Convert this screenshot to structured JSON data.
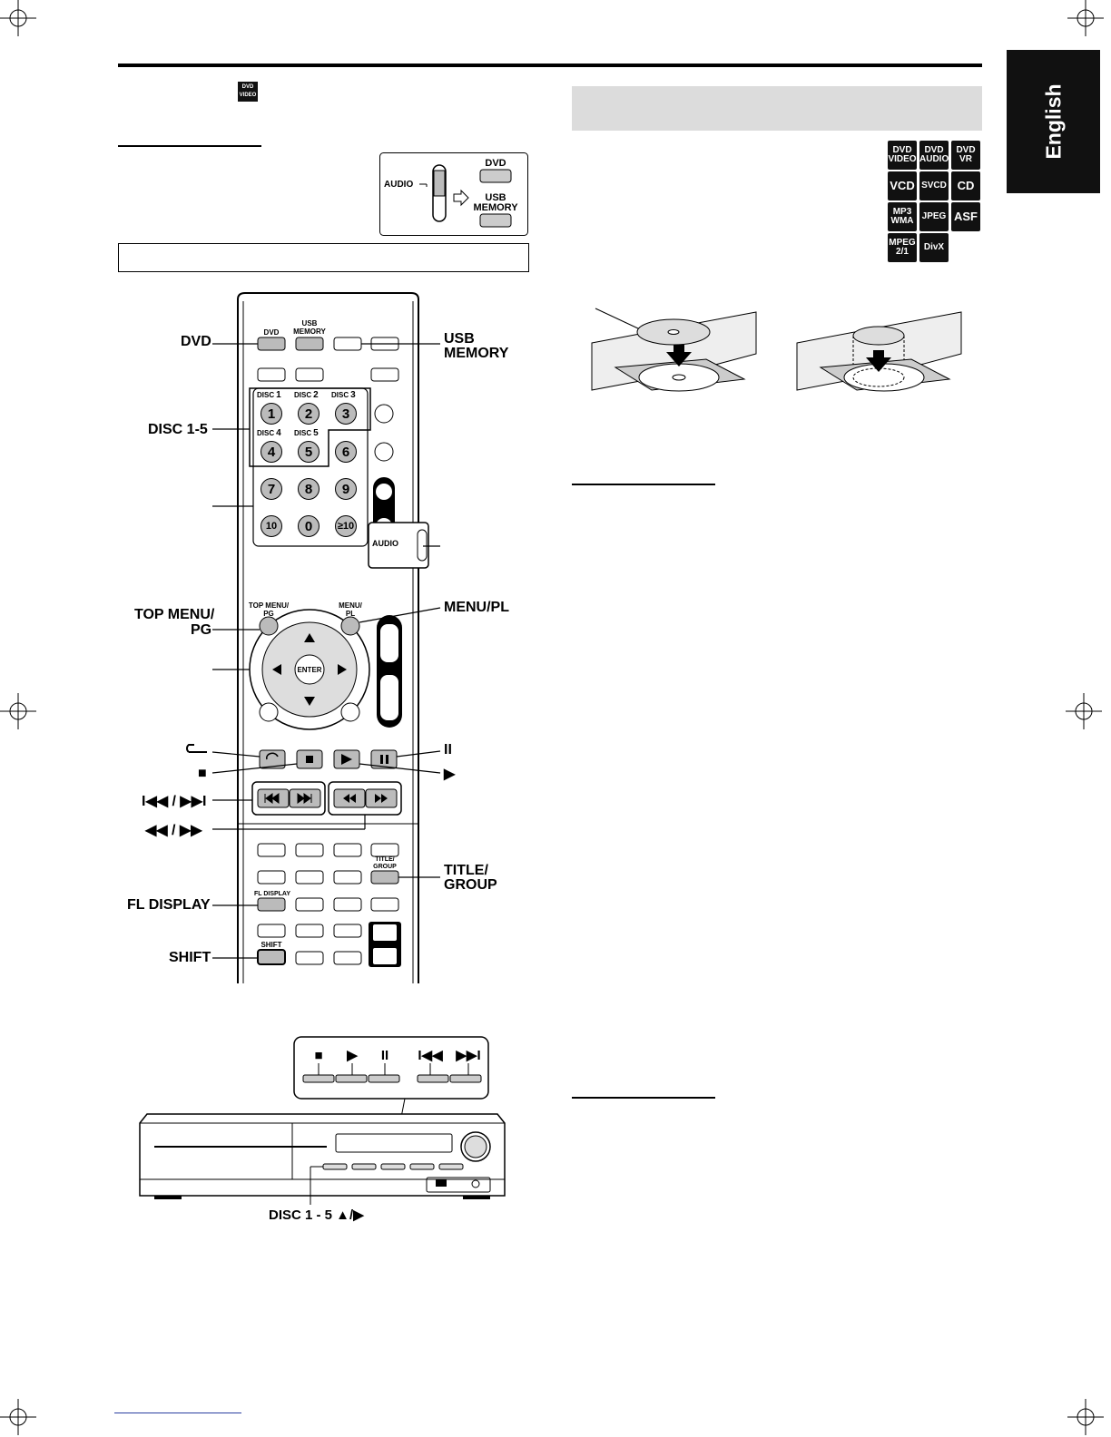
{
  "language_tab": "English",
  "dvd_video_icon": {
    "line1": "DVD",
    "line2": "VIDEO"
  },
  "selector_inset": {
    "audio": "AUDIO",
    "dvd": "DVD",
    "usb1": "USB",
    "usb2": "MEMORY"
  },
  "formats": [
    {
      "l1": "DVD",
      "l2": "VIDEO"
    },
    {
      "l1": "DVD",
      "l2": "AUDIO"
    },
    {
      "l1": "DVD",
      "l2": "VR"
    },
    {
      "l1": "VCD",
      "l2": ""
    },
    {
      "l1": "SVCD",
      "l2": ""
    },
    {
      "l1": "CD",
      "l2": ""
    },
    {
      "l1": "MP3",
      "l2": "WMA"
    },
    {
      "l1": "JPEG",
      "l2": ""
    },
    {
      "l1": "ASF",
      "l2": ""
    },
    {
      "l1": "MPEG",
      "l2": "2/1"
    },
    {
      "l1": "DivX",
      "l2": ""
    }
  ],
  "remote_callouts": {
    "dvd": "DVD",
    "usb_1": "USB",
    "usb_2": "MEMORY",
    "disc": "DISC 1-5",
    "top_menu_1": "TOP MENU/",
    "top_menu_2": "PG",
    "menu_pl": "MENU/PL",
    "skip": "I◀◀ / ▶▶I",
    "search": "◀◀ / ▶▶",
    "title_1": "TITLE/",
    "title_2": "GROUP",
    "fl_display": "FL DISPLAY",
    "shift": "SHIFT",
    "pause": "II",
    "play": "▶",
    "stop": "■"
  },
  "remote_keys": {
    "dvd": "DVD",
    "usb_1": "USB",
    "usb_2": "MEMORY",
    "disc_prefix": "DISC",
    "digits": [
      "1",
      "2",
      "3",
      "4",
      "5",
      "6",
      "7",
      "8",
      "9",
      "10",
      "0",
      "≥10"
    ],
    "audio": "AUDIO",
    "top_menu_1": "TOP MENU/",
    "top_menu_2": "PG",
    "menu_1": "MENU/",
    "menu_2": "PL",
    "enter": "ENTER",
    "title_1": "TITLE/",
    "title_2": "GROUP",
    "fl_display": "FL DISPLAY",
    "shift": "SHIFT"
  },
  "main_unit": {
    "symbols": [
      "■",
      "▶",
      "II",
      "I◀◀",
      "▶▶I"
    ],
    "disc_label": "DISC 1 - 5 ▲/▶"
  }
}
